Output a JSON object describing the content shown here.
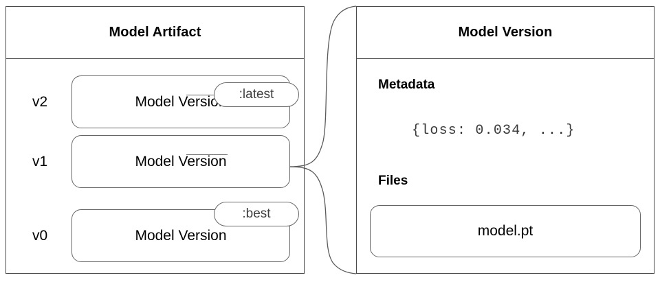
{
  "artifact": {
    "title": "Model Artifact",
    "versions": [
      {
        "label": "v2",
        "box_text": "Model Version",
        "tag": ":latest"
      },
      {
        "label": "v1",
        "box_text": "Model Version",
        "tag": ":best"
      },
      {
        "label": "v0",
        "box_text": "Model Version",
        "tag": null
      }
    ]
  },
  "version_detail": {
    "title": "Model Version",
    "metadata_heading": "Metadata",
    "metadata_value": "{loss: 0.034, ...}",
    "files_heading": "Files",
    "files": [
      {
        "name": "model.pt"
      }
    ]
  },
  "colors": {
    "panel_border": "#4a4a4a",
    "box_border": "#666666",
    "connector": "#5a5a5a",
    "text": "#000000",
    "muted_text": "#3f3f3f",
    "background": "#ffffff"
  }
}
